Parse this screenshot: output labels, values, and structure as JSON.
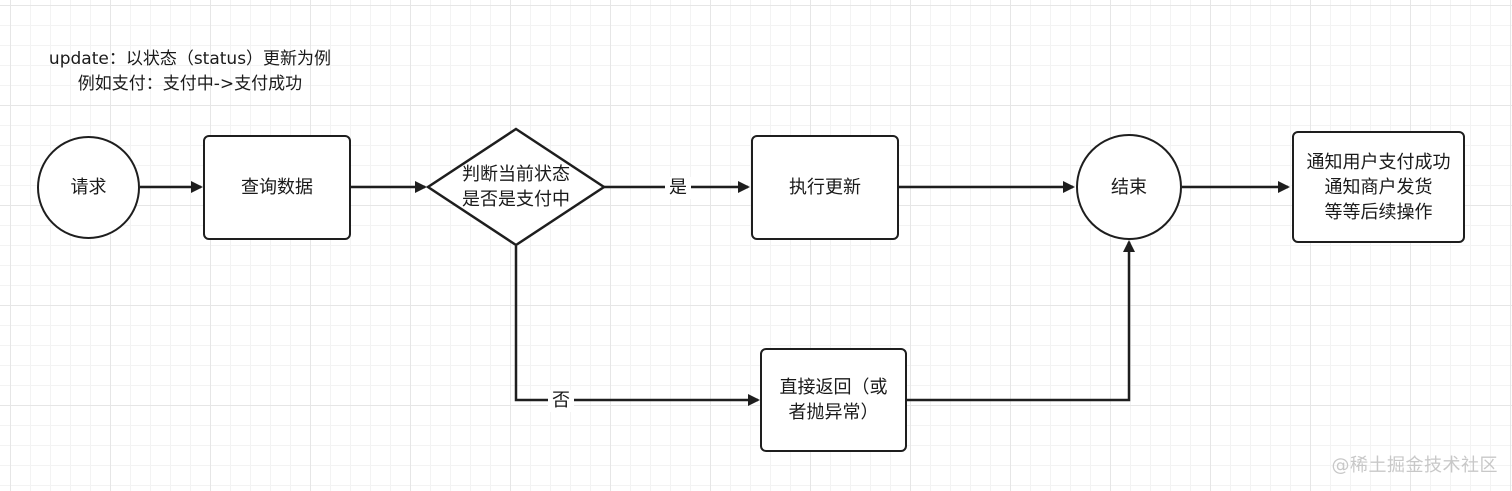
{
  "note": {
    "line1": "update：以状态（status）更新为例",
    "line2": "例如支付：支付中->支付成功"
  },
  "nodes": {
    "request": "请求",
    "query": "查询数据",
    "decision": "判断当前状态\n是否是支付中",
    "execute": "执行更新",
    "end": "结束",
    "notify": "通知用户支付成功\n通知商户发货\n等等后续操作",
    "return": "直接返回（或\n者抛异常）"
  },
  "edges": {
    "yes_label": "是",
    "no_label": "否"
  },
  "watermark": "@稀土掘金技术社区",
  "colors": {
    "stroke": "#1e1e1e",
    "grid": "#e6e6e6",
    "watermark": "#c8c8c8"
  }
}
